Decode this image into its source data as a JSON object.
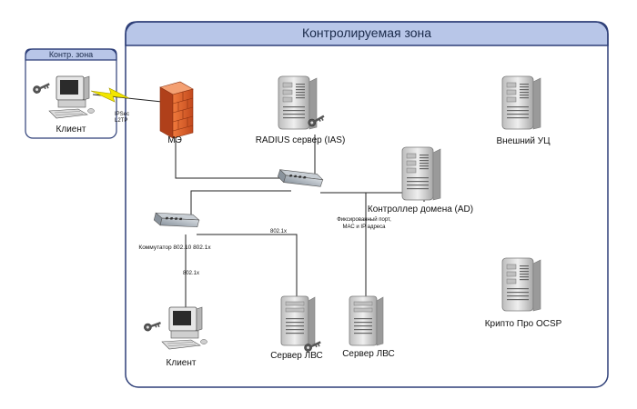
{
  "zones": {
    "main_title": "Контролируемая зона",
    "small_title": "Контр. зона"
  },
  "devices": {
    "client_remote": "Клиент",
    "firewall": "МЭ",
    "radius": "RADIUS сервер (IAS)",
    "external_ca": "Внешний УЦ",
    "domain_controller": "Контроллер домена (AD)",
    "switch": "Коммутатор 802.10 802.1x",
    "client_local": "Клиент",
    "lan_server_1": "Сервер ЛВС",
    "lan_server_2": "Сервер ЛВС",
    "crypto_ocsp": "Крипто Про OCSP"
  },
  "annotations": {
    "vpn_line1": "IPSec",
    "vpn_line2": "L2TP",
    "link_8021x_top": "802.1x",
    "link_8021x_left": "802.1x",
    "fixed_port_line1": "Фиксированный порт,",
    "fixed_port_line2": "МАС и IP адреса"
  },
  "colors": {
    "zone_header": "#b8c6e8",
    "zone_border": "#2e3f78",
    "firewall": "#e0622e",
    "server_body": "#d8d8d8",
    "switch_body": "#a9b2bc",
    "vpn_bolt": "#f2e600"
  }
}
